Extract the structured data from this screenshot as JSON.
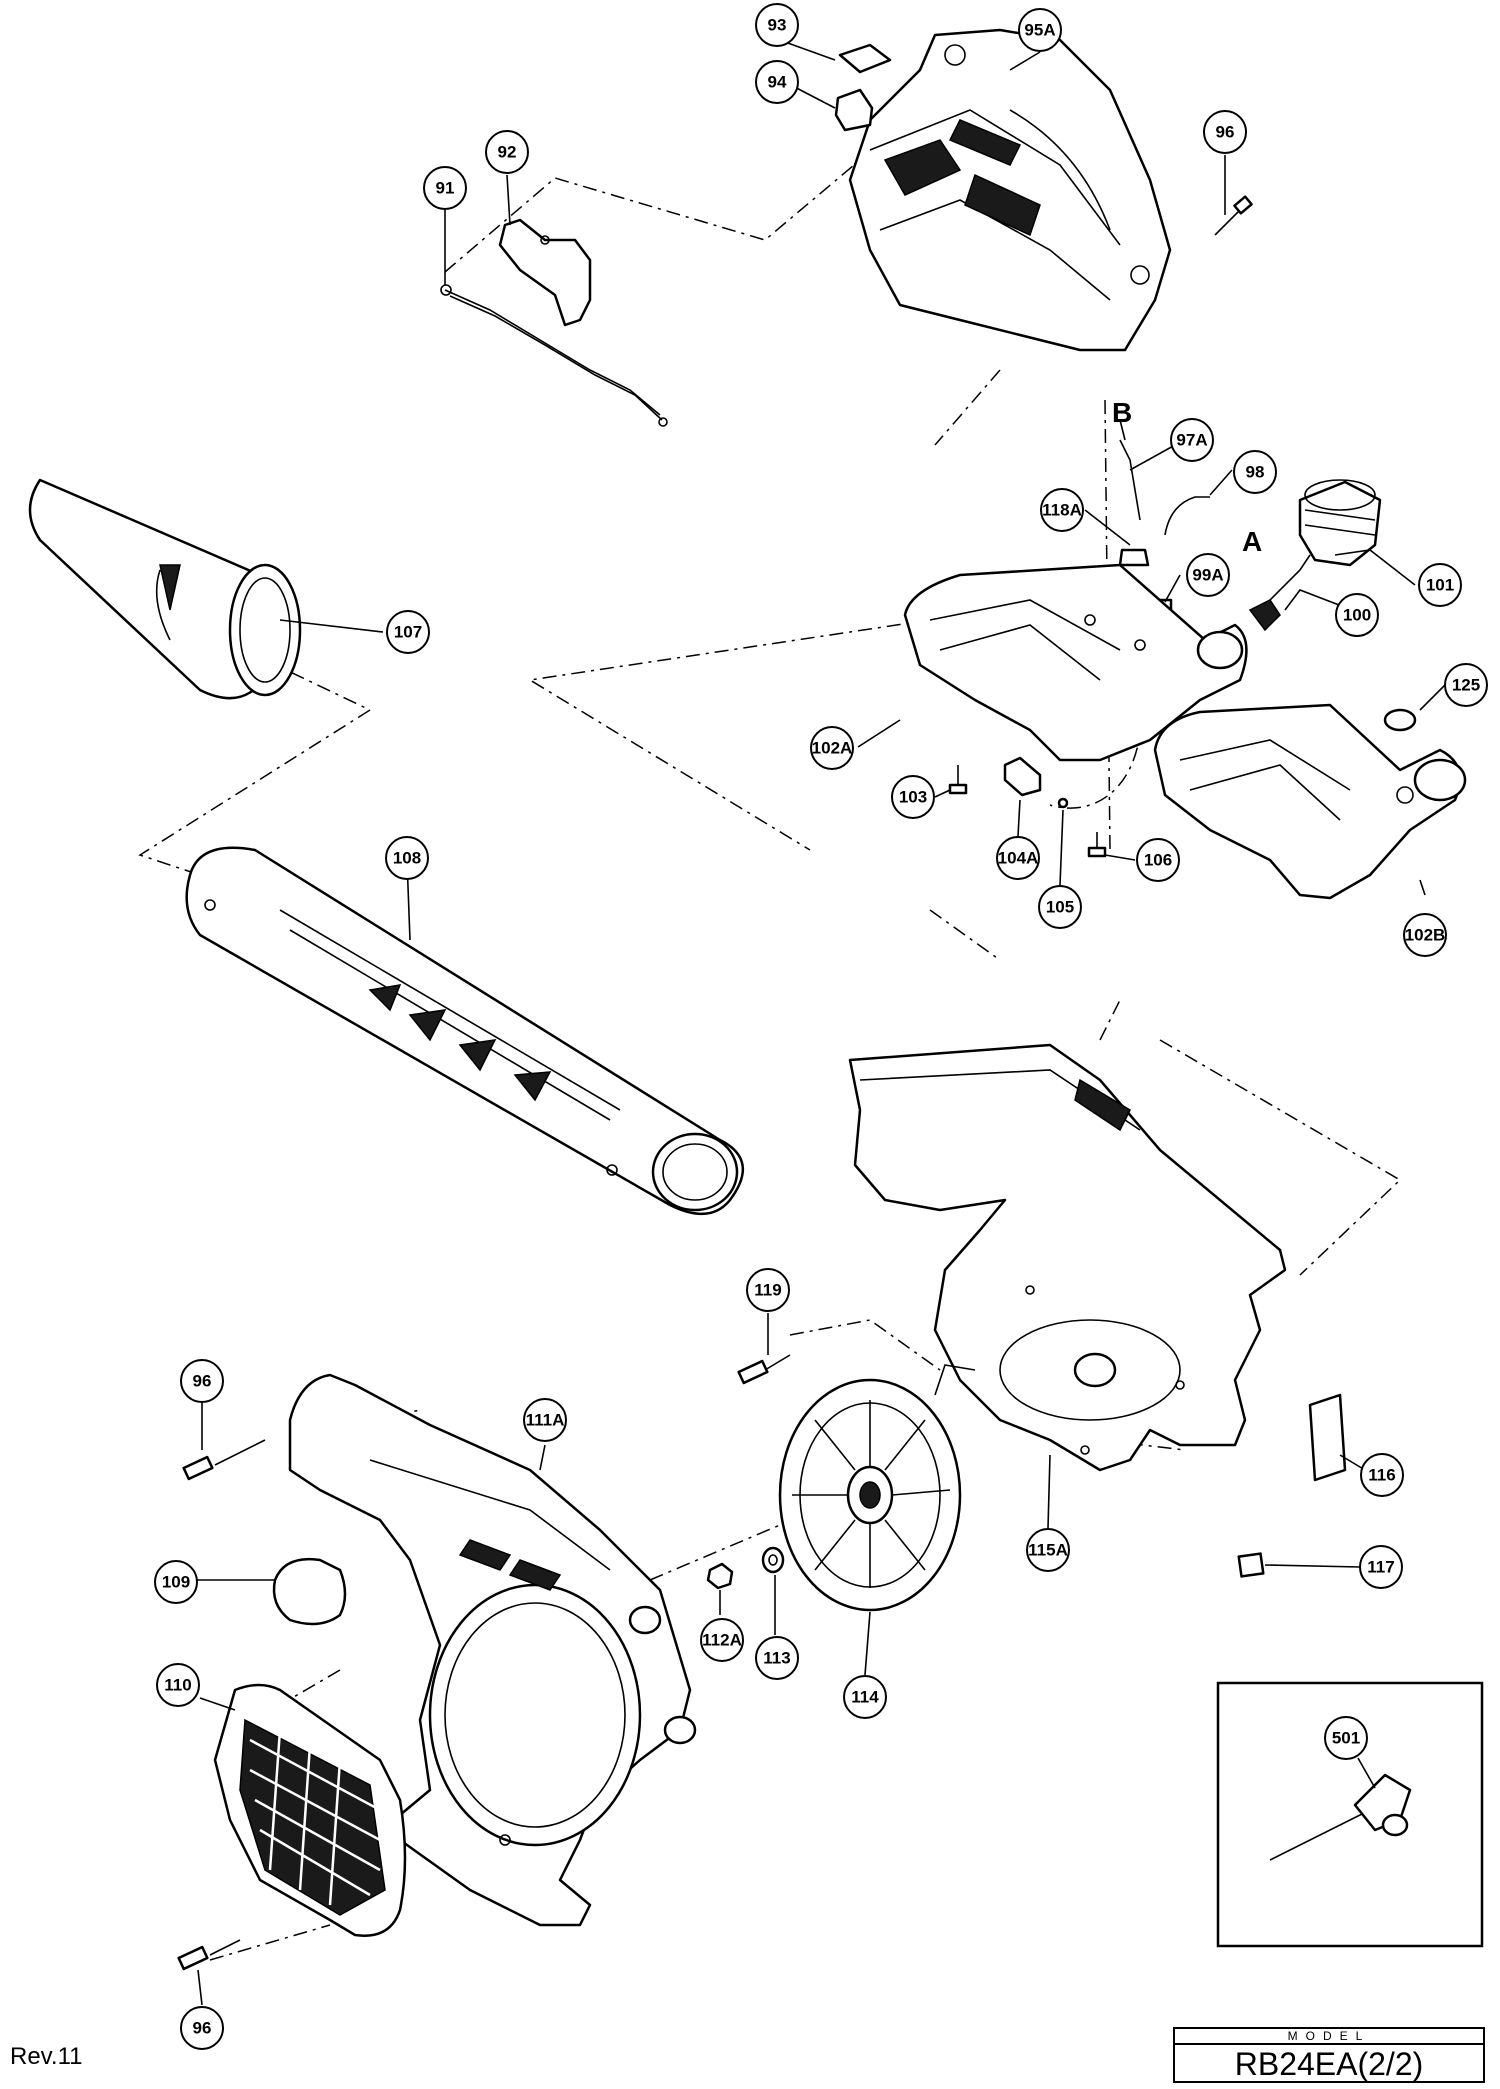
{
  "callouts": {
    "c93": "93",
    "c94": "94",
    "c95A": "95A",
    "c92": "92",
    "c91": "91",
    "c96_top": "96",
    "c97A": "97A",
    "c98": "98",
    "c118A": "118A",
    "c99A": "99A",
    "c101": "101",
    "c100": "100",
    "c107": "107",
    "c102A": "102A",
    "c125": "125",
    "c103": "103",
    "c104A": "104A",
    "c105": "105",
    "c106": "106",
    "c102B": "102B",
    "c108": "108",
    "c119": "119",
    "c96_mid": "96",
    "c111A": "111A",
    "c116": "116",
    "c109": "109",
    "c112A": "112A",
    "c113": "113",
    "c114": "114",
    "c115A": "115A",
    "c117": "117",
    "c110": "110",
    "c501": "501",
    "c96_bot": "96"
  },
  "connection_letters": {
    "a": "A",
    "b": "B"
  },
  "footer": {
    "revision": "Rev.11",
    "model_heading": "MODEL",
    "model_name": "RB24EA(2/2)"
  }
}
